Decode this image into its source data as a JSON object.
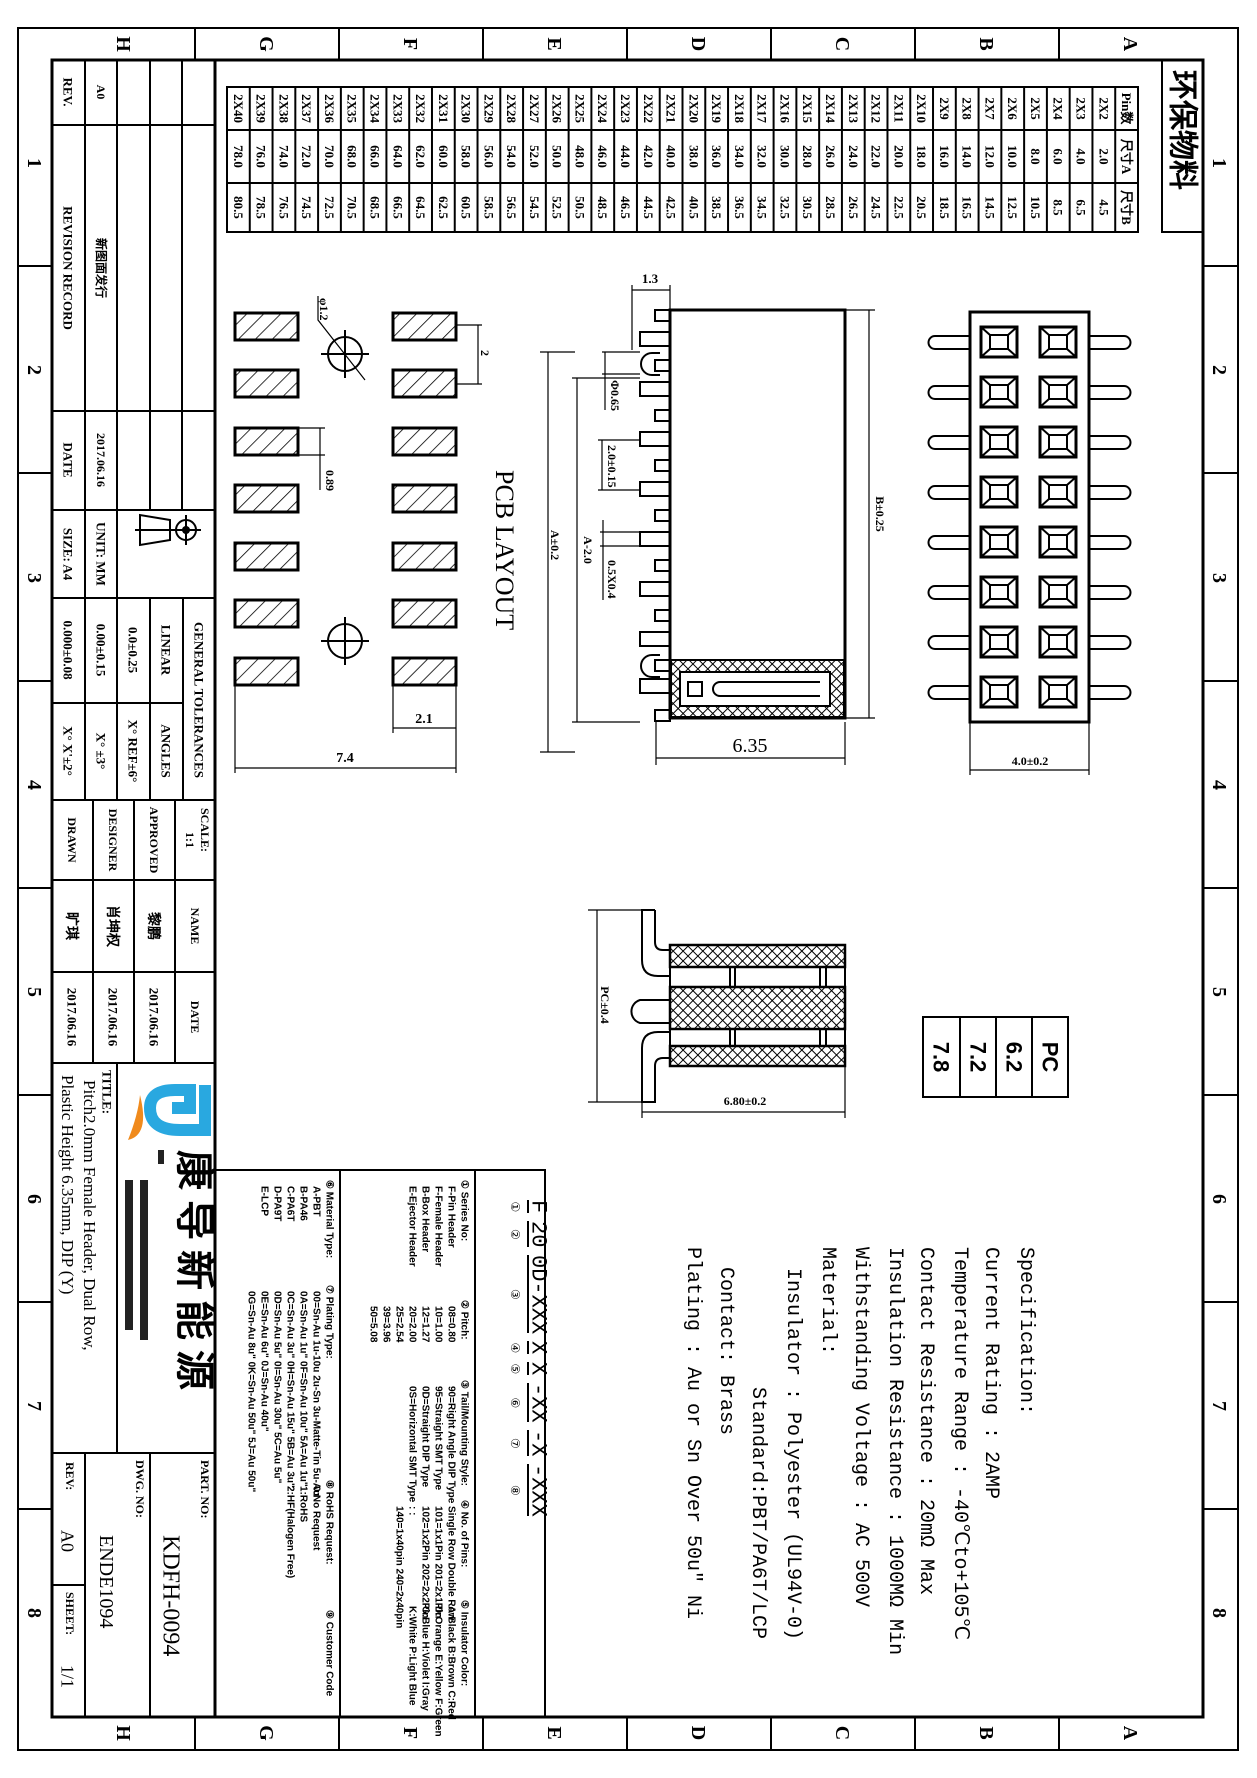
{
  "eco_label": "环保物料",
  "zone_numbers": [
    "1",
    "2",
    "3",
    "4",
    "5",
    "6",
    "7",
    "8"
  ],
  "zone_letters": [
    "A",
    "B",
    "C",
    "D",
    "E",
    "F",
    "G",
    "H"
  ],
  "pin_table": {
    "headers": [
      "Pin数",
      "尺寸A",
      "尺寸B"
    ],
    "rows": [
      [
        "2X2",
        "2.0",
        "4.5"
      ],
      [
        "2X3",
        "4.0",
        "6.5"
      ],
      [
        "2X4",
        "6.0",
        "8.5"
      ],
      [
        "2X5",
        "8.0",
        "10.5"
      ],
      [
        "2X6",
        "10.0",
        "12.5"
      ],
      [
        "2X7",
        "12.0",
        "14.5"
      ],
      [
        "2X8",
        "14.0",
        "16.5"
      ],
      [
        "2X9",
        "16.0",
        "18.5"
      ],
      [
        "2X10",
        "18.0",
        "20.5"
      ],
      [
        "2X11",
        "20.0",
        "22.5"
      ],
      [
        "2X12",
        "22.0",
        "24.5"
      ],
      [
        "2X13",
        "24.0",
        "26.5"
      ],
      [
        "2X14",
        "26.0",
        "28.5"
      ],
      [
        "2X15",
        "28.0",
        "30.5"
      ],
      [
        "2X16",
        "30.0",
        "32.5"
      ],
      [
        "2X17",
        "32.0",
        "34.5"
      ],
      [
        "2X18",
        "34.0",
        "36.5"
      ],
      [
        "2X19",
        "36.0",
        "38.5"
      ],
      [
        "2X20",
        "38.0",
        "40.5"
      ],
      [
        "2X21",
        "40.0",
        "42.5"
      ],
      [
        "2X22",
        "42.0",
        "44.5"
      ],
      [
        "2X23",
        "44.0",
        "46.5"
      ],
      [
        "2X24",
        "46.0",
        "48.5"
      ],
      [
        "2X25",
        "48.0",
        "50.5"
      ],
      [
        "2X26",
        "50.0",
        "52.5"
      ],
      [
        "2X27",
        "52.0",
        "54.5"
      ],
      [
        "2X28",
        "54.0",
        "56.5"
      ],
      [
        "2X29",
        "56.0",
        "58.5"
      ],
      [
        "2X30",
        "58.0",
        "60.5"
      ],
      [
        "2X31",
        "60.0",
        "62.5"
      ],
      [
        "2X32",
        "62.0",
        "64.5"
      ],
      [
        "2X33",
        "64.0",
        "66.5"
      ],
      [
        "2X34",
        "66.0",
        "68.5"
      ],
      [
        "2X35",
        "68.0",
        "70.5"
      ],
      [
        "2X36",
        "70.0",
        "72.5"
      ],
      [
        "2X37",
        "72.0",
        "74.5"
      ],
      [
        "2X38",
        "74.0",
        "76.5"
      ],
      [
        "2X39",
        "76.0",
        "78.5"
      ],
      [
        "2X40",
        "78.0",
        "80.5"
      ]
    ]
  },
  "pcb_layout": {
    "title": "PCB LAYOUT",
    "hole_dia": "φ1.2",
    "pitch": "2",
    "pad_width": "0.89",
    "pad_length": "2.1",
    "span": "7.4",
    "a_dim": "A±0.2"
  },
  "side_view": {
    "offset": "1.3",
    "hole": "Φ0.65",
    "pitch": "2.0±0.15",
    "a_dim": "A-2.0",
    "pin_size": "0.5X0.4",
    "b_dim": "B±0.25",
    "height": "6.35"
  },
  "top_view": {
    "width": "4.0±0.2"
  },
  "bottom_view": {
    "pc": "PC±0.4",
    "length": "6.80±0.2"
  },
  "pc_table": [
    "PC",
    "6.2",
    "7.2",
    "7.8"
  ],
  "spec": {
    "title": "Specification:",
    "current": "Current Rating : 2AMP",
    "temperature": "Temperature Range : -40℃to+105℃",
    "contact_resistance": "Contact Resistance : 20mΩ Max",
    "insulation_resistance": "Insulation Resistance : 1000MΩ Min",
    "voltage": "Withstanding Voltage : AC 500V",
    "material": "Material:",
    "insulator": "Insulator : Polyester (UL94V-0)",
    "standard": "Standard:PBT/PA6T/LCP",
    "contact": "Contact: Brass",
    "plating": "Plating : Au or Sn Over 50u\" Ni"
  },
  "part_code": {
    "segments": [
      "F",
      "20",
      "0D-XXX",
      "X",
      "X",
      "-XX",
      "-X",
      "-XXX"
    ],
    "markers": [
      "①",
      "②",
      "③",
      "④",
      "⑤",
      "⑥",
      "⑦",
      "⑧"
    ],
    "legend": [
      [
        "① Series No:",
        "F-Pin Header",
        "F-Female Header",
        "B-Box Header",
        "E-Ejector Header"
      ],
      [
        "② Pitch:",
        "08=0.80",
        "10=1.00",
        "12=1.27",
        "20=2.00",
        "25=2.54",
        "39=3.96",
        "50=5.08"
      ],
      [
        "③ Tail/Mounting Style:",
        "90=Right Angle DIP Type",
        "95=Straight SMT Type",
        "0D=Straight DIP Type",
        "0S=Horizontal SMT Type"
      ],
      [
        "④ No. of Pins:",
        "Single Row    Double Row",
        "101=1x1Pin  201=2x1Pin",
        "102=1x2Pin  202=2x2Pin",
        "  :            :",
        "140=1x40pin 240=2x40pin"
      ],
      [
        "⑤ Insulator Color:",
        "A:Black  B:Brown  C:Red",
        "D:Orange E:Yellow F:Green",
        "G:Blue   H:Violet I:Gray",
        "K:White  P:Light Blue"
      ],
      [
        "⑥ Material Type:",
        "A-PBT",
        "B-PA46",
        "C-PA6T",
        "D-PA9T",
        "E-LCP"
      ],
      [
        "⑦ Plating Type:",
        "00=Sn-Au 1u-10u 2u-Sn 3u-Matte-Tin 5u-Au",
        "0A=Sn-Au 1u\" 0F=Sn-Au 10u\" 5A=Au 1u\"",
        "0C=Sn-Au 3u\" 0H=Sn-Au 15u\" 5B=Au 3u\"",
        "0D=Sn-Au 5u\" 0I=Sn-Au 30u\" 5C=Au 5u\"",
        "0E=Sn-Au 6u\" 0J=Sn-Au 40u\"",
        "0G=Sn-Au 8u\" 0K=Sn-Au 50u\" 5J=Au 50u\""
      ],
      [
        "⑧ RoHS Request:",
        "0:No Request",
        "1:RoHS",
        "2:HF(Halogen Free)"
      ],
      [
        "⑨ Customer Code"
      ]
    ]
  },
  "title_block": {
    "rev_header": "REV.",
    "revision_header": "REVISION RECORD",
    "date_header": "DATE",
    "rev_value": "A0",
    "revision_value": "新图面发行",
    "rev_date": "2017.06.16",
    "size": "SIZE: A4",
    "unit": "UNIT: MM",
    "general_tolerances": "GENERAL TOLERANCES",
    "linear": "LINEAR",
    "angles": "ANGLES",
    "tol_linear": [
      "0.0±0.25",
      "0.00±0.15",
      "0.000±0.08"
    ],
    "tol_angles": [
      "X° REF±6°",
      "X° ±3°",
      "X° X'±2°"
    ],
    "scale_label": "SCALE:",
    "scale": "1:1",
    "name_header": "NAME",
    "date_col_header": "DATE",
    "roles": [
      "APPROVED",
      "DESIGNER",
      "DRAWN"
    ],
    "names": [
      "黎鹏",
      "肖坤权",
      "旷琪"
    ],
    "dates": [
      "2017.06.16",
      "2017.06.16",
      "2017.06.16"
    ],
    "title_label": "TITLE:",
    "title_line1": "Pitch2.0mm Female Header, Dual Row,",
    "title_line2": "Plastic Height 6.35mm, DIP (Y)",
    "company": "康 导 新 能 源",
    "part_no_label": "PART. NO:",
    "part_no": "KDFH-0094",
    "dwg_no_label": "DWG. NO:",
    "dwg_no": "ENDE1094",
    "rev_label": "REV:",
    "rev": "A0",
    "sheet_label": "SHEET:",
    "sheet": "1/1"
  },
  "colors": {
    "line": "#000000",
    "logo_blue": "#29a8e0",
    "logo_orange": "#f08a1c"
  }
}
